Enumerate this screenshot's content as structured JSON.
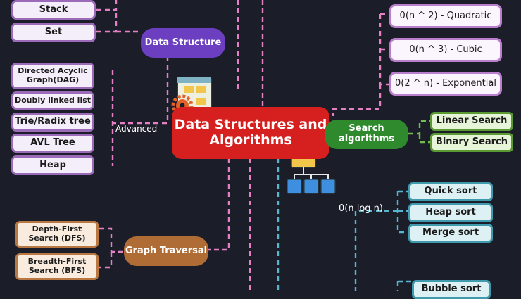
{
  "title": "Data Structures and Algorithms",
  "data_structure": {
    "label": "Data Structure",
    "items": [
      "Stack",
      "Set"
    ],
    "advanced_label": "Advanced",
    "advanced_items": [
      "Directed Acyclic Graph(DAG)",
      "Doubly linked list",
      "Trie/Radix tree",
      "AVL Tree",
      "Heap"
    ]
  },
  "complexity": [
    "0(n ^ 2) - Quadratic",
    "0(n ^ 3) - Cubic",
    "0(2 ^ n) - Exponential"
  ],
  "search": {
    "label": "Search algorithms",
    "items": [
      "Linear Search",
      "Binary Search"
    ]
  },
  "sorting": {
    "group_label": "0(n log n)",
    "items": [
      "Quick sort",
      "Heap sort",
      "Merge sort"
    ],
    "partial_item": "Bubble sort"
  },
  "graph_traversal": {
    "label": "Graph Traversal",
    "items": [
      "Depth-First Search (DFS)",
      "Breadth-First Search (BFS)"
    ]
  },
  "colors": {
    "background": "#1b1d29",
    "hub_red": "#d61f1f",
    "data_structure_purple": "#6b3fbf",
    "search_green": "#2f8a2d",
    "graph_orange": "#b06c35",
    "connector_pink": "#e680c4",
    "connector_cyan": "#56b6cf"
  }
}
